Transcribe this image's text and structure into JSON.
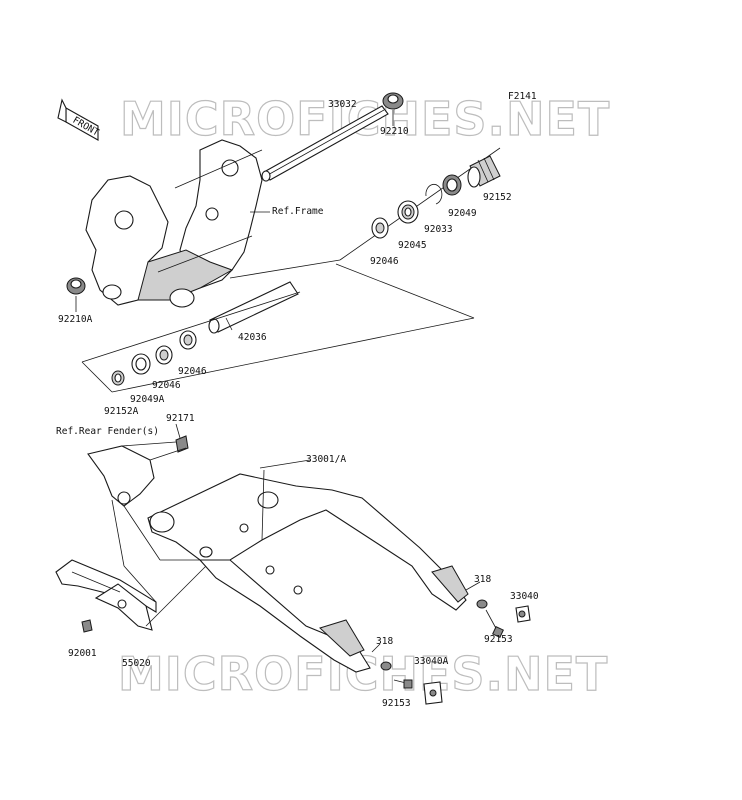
{
  "figure_code": "F2141",
  "front_tag": "FRONT",
  "watermarks": [
    "MICROFICHES.NET",
    "MICROFICHES.NET"
  ],
  "references": {
    "frame": "Ref.Frame",
    "rear_fender": "Ref.Rear Fender(s)"
  },
  "parts": {
    "p33032": "33032",
    "p92210": "92210",
    "p92210A": "92210A",
    "p92152": "92152",
    "p92049": "92049",
    "p92033": "92033",
    "p92045": "92045",
    "p92046_top": "92046",
    "p42036": "42036",
    "p92046_a": "92046",
    "p92046_b": "92046",
    "p92049A": "92049A",
    "p92152A": "92152A",
    "p92171": "92171",
    "p33001A": "33001/A",
    "p318_a": "318",
    "p33040": "33040",
    "p92153_a": "92153",
    "p318_b": "318",
    "p33040A": "33040A",
    "p92153_b": "92153",
    "p92001": "92001",
    "p55020": "55020"
  }
}
